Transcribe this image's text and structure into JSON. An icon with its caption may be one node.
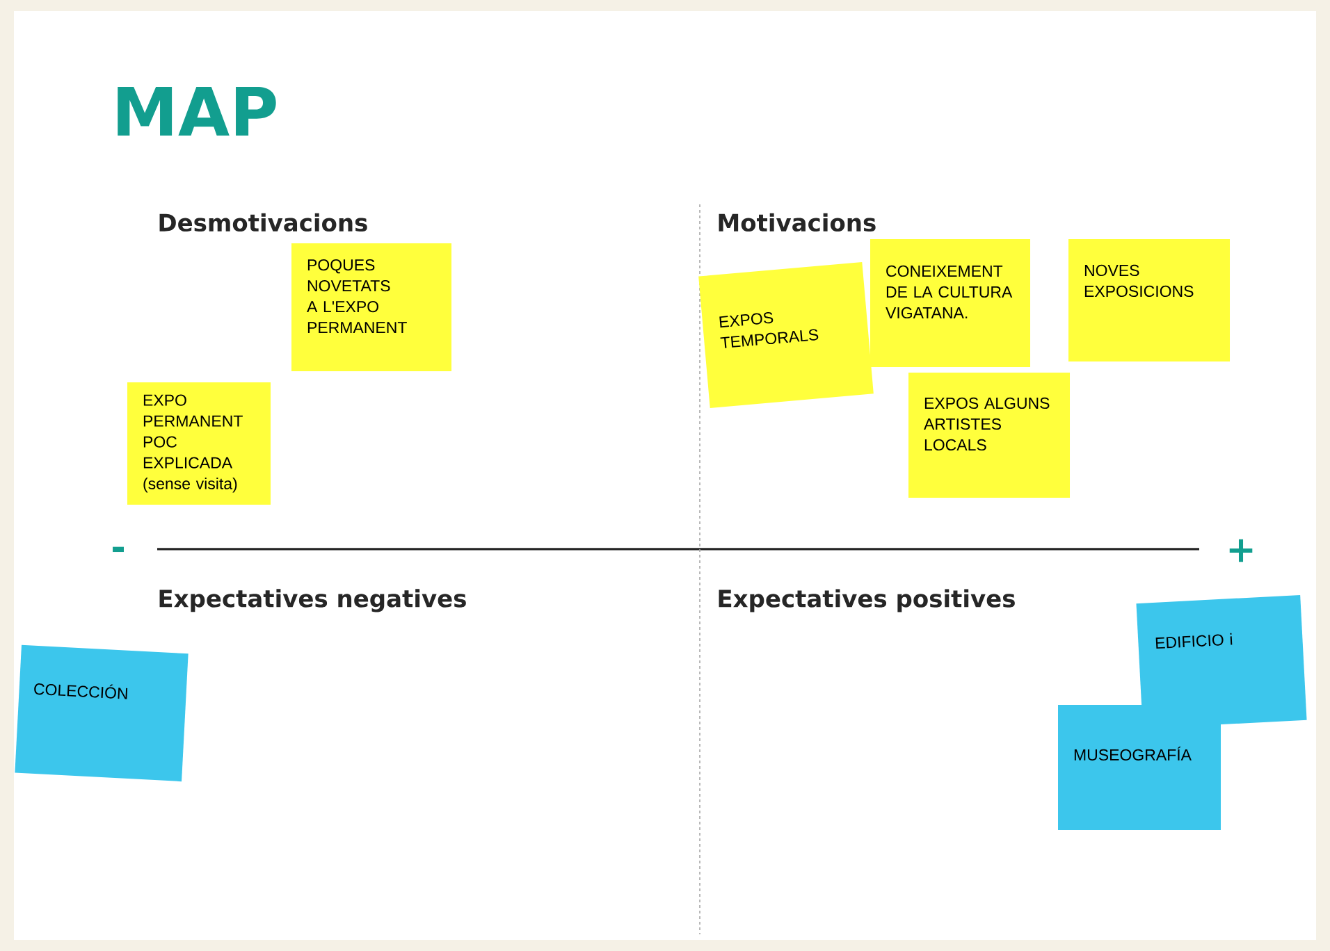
{
  "diagram": {
    "title": "MAP",
    "nodes": [
      {
        "text": [
          "POQUES NOVETATS A L'EXPO PERMANENT"
        ]
      },
      {
        "text": [
          "EXPO PERMANENT POC EXPLICADA (sense visita)"
        ]
      },
      {
        "text": [
          "EXPOS TEMPORALS"
        ]
      },
      {
        "text": [
          "CONEIXEMENT DE LA CULTURA VIGATANA."
        ]
      },
      {
        "text": [
          "NOVES EXPOSICIONS"
        ]
      },
      {
        "text": [
          "EXPOS ALGUNS ARTISTES LOCALS"
        ]
      },
      {
        "text": [
          "COLECCIÓN"
        ]
      },
      {
        "text": [
          "EDIFICIO i"
        ]
      },
      {
        "text": [
          "MUSEOGRAFÍA"
        ]
      }
    ],
    "labels": [
      "Desmotivacions",
      "Motivacions",
      "-",
      "+",
      "Expectatives negatives",
      "Expectatives positives"
    ]
  }
}
